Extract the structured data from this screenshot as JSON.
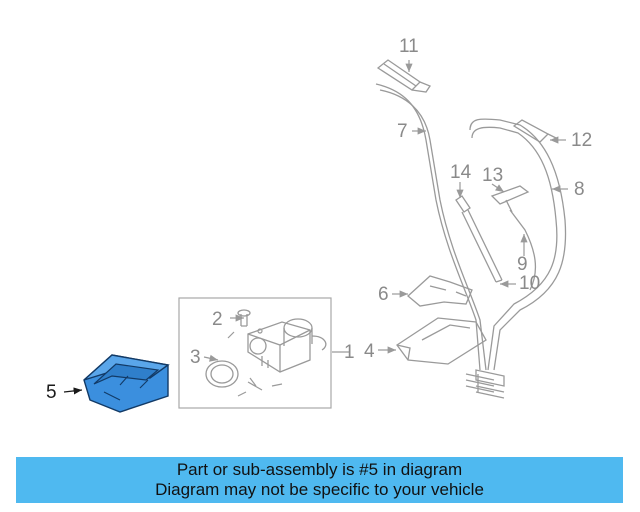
{
  "colors": {
    "part_line": "#9a9a9a",
    "highlight_fill": "#3b8fde",
    "highlight_stroke": "#123a66",
    "banner_bg": "#4fb9f0"
  },
  "callouts": [
    {
      "id": "1",
      "label": "1"
    },
    {
      "id": "2",
      "label": "2"
    },
    {
      "id": "3",
      "label": "3"
    },
    {
      "id": "4",
      "label": "4"
    },
    {
      "id": "5",
      "label": "5"
    },
    {
      "id": "6",
      "label": "6"
    },
    {
      "id": "7",
      "label": "7"
    },
    {
      "id": "8",
      "label": "8"
    },
    {
      "id": "9",
      "label": "9"
    },
    {
      "id": "10",
      "label": "10"
    },
    {
      "id": "11",
      "label": "11"
    },
    {
      "id": "12",
      "label": "12"
    },
    {
      "id": "13",
      "label": "13"
    },
    {
      "id": "14",
      "label": "14"
    }
  ],
  "highlighted_part": "5",
  "banner": {
    "line1": "Part or sub-assembly is #5 in diagram",
    "line2": "Diagram may not be specific to your vehicle"
  }
}
